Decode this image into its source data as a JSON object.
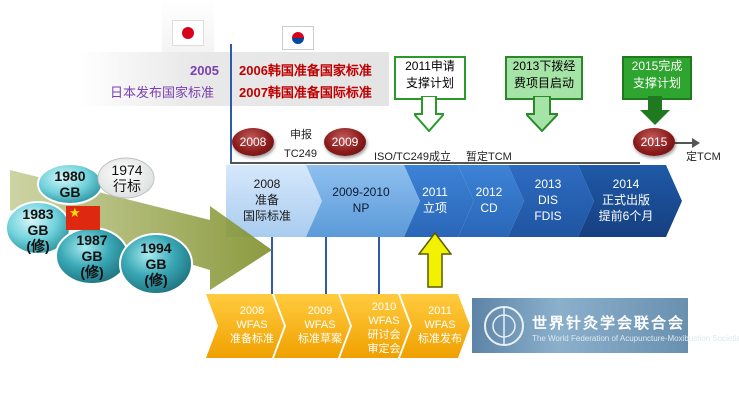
{
  "header_band": {
    "japan_year": "2005",
    "japan_text": "日本发布国家标准",
    "korea_line1_year": "2006",
    "korea_line1_text": "韩国准备国家标准",
    "korea_line2_year": "2007",
    "korea_line2_text": "韩国准备国际标准"
  },
  "callouts": [
    {
      "label": "2011申请\n支撑计划"
    },
    {
      "label": "2013下拨经\n费项目启动"
    },
    {
      "label": "2015完成\n支撑计划"
    }
  ],
  "timeline": {
    "circles": [
      "2008",
      "2009",
      "2015"
    ],
    "label_apply": "申报",
    "label_tc249": "TC249",
    "label_iso": "ISO/TC249成立",
    "label_tcm": "暂定TCM",
    "label_final": "定TCM"
  },
  "phases": [
    {
      "label": "2008\n准备\n国际标准"
    },
    {
      "label": "2009-2010\nNP"
    },
    {
      "label": "2011\n立项"
    },
    {
      "label": "2012\nCD"
    },
    {
      "label": "2013\nDIS\nFDIS"
    },
    {
      "label": "2014\n正式出版\n提前6个月"
    }
  ],
  "gb_history": [
    {
      "label": "1980\nGB"
    },
    {
      "label": "1974\n行标"
    },
    {
      "label": "1983\nGB\n(修)"
    },
    {
      "label": "1987\nGB\n(修)"
    },
    {
      "label": "1994\nGB\n(修)"
    }
  ],
  "wfas": [
    {
      "label": "2008\nWFAS\n准备标准"
    },
    {
      "label": "2009\nWFAS\n标准草案"
    },
    {
      "label": "2010\nWFAS\n研讨会\n审定会"
    },
    {
      "label": "2011\nWFAS\n标准发布"
    }
  ],
  "logo": {
    "title": "世界针灸学会联合会",
    "subtitle": "The World Federation of Acupuncture-Moxibustion Societies"
  },
  "colors": {
    "purple": "#7a3fb0",
    "red": "#c00000",
    "phase_blue_light": "#bcd8f5",
    "phase_blue_dark": "#1c4f9c",
    "wfas_orange": "#f5a800",
    "callout_green": "#2ea52e"
  }
}
